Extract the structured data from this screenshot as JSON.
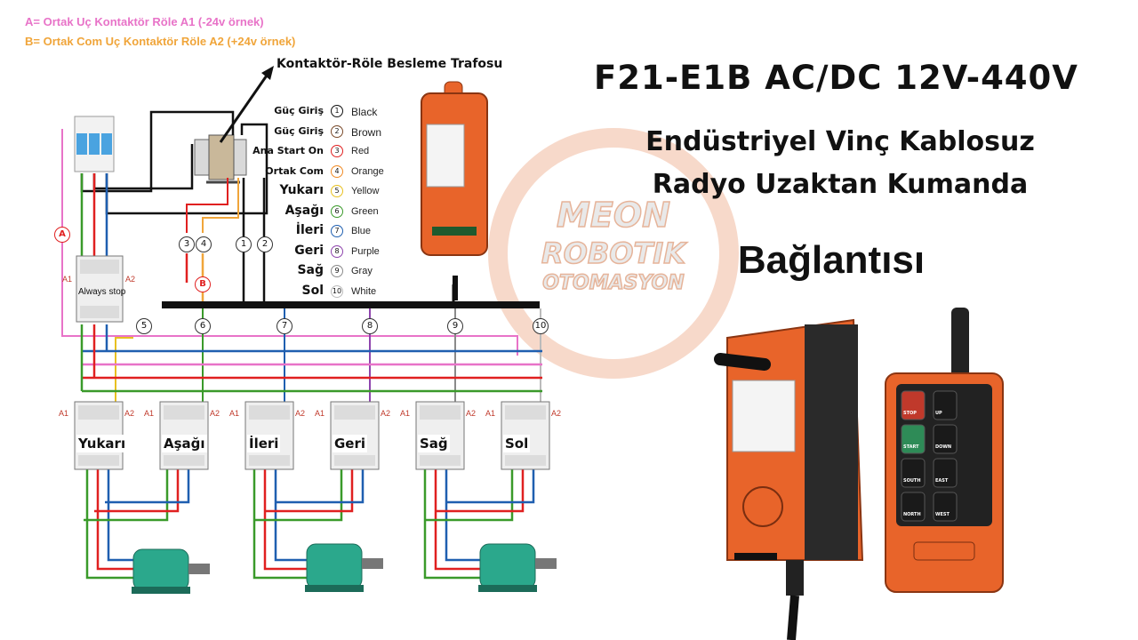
{
  "notes": {
    "a": "A= Ortak Uç Kontaktör Röle A1 (-24v örnek)",
    "b": "B= Ortak Com Uç Kontaktör Röle A2 (+24v örnek)"
  },
  "titles": {
    "main": "F21-E1B AC/DC 12V-440V",
    "sub1": "Endüstriyel Vinç Kablosuz",
    "sub2": "Radyo Uzaktan Kumanda",
    "connection": "Bağlantısı"
  },
  "transformer_label": "Kontaktör-Röle Besleme Trafosu",
  "watermark": {
    "line1": "MEON",
    "line2": "ROBOTIK",
    "line3": "OTOMASYON"
  },
  "wire_table": [
    {
      "label": "Güç Giriş",
      "num": "1",
      "color": "Black",
      "hex": "#111111"
    },
    {
      "label": "Güç Giriş",
      "num": "2",
      "color": "Brown",
      "hex": "#7a4a2a"
    },
    {
      "label": "Ana Start On",
      "num": "3",
      "color": "Red",
      "hex": "#e02020"
    },
    {
      "label": "Ortak  Com",
      "num": "4",
      "color": "Orange",
      "hex": "#f08a24"
    },
    {
      "label": "Yukarı",
      "num": "5",
      "color": "Yellow",
      "hex": "#e8c020"
    },
    {
      "label": "Aşağı",
      "num": "6",
      "color": "Green",
      "hex": "#3a9a2a"
    },
    {
      "label": "İleri",
      "num": "7",
      "color": "Blue",
      "hex": "#1f5fb0"
    },
    {
      "label": "Geri",
      "num": "8",
      "color": "Purple",
      "hex": "#8e44ad"
    },
    {
      "label": "Sağ",
      "num": "9",
      "color": "Gray",
      "hex": "#8a8a8a"
    },
    {
      "label": "Sol",
      "num": "10",
      "color": "White",
      "hex": "#bbbbbb"
    }
  ],
  "contactors": [
    "Yukarı",
    "Aşağı",
    "İleri",
    "Geri",
    "Sağ",
    "Sol"
  ],
  "bus_terminals": [
    "5",
    "6",
    "7",
    "8",
    "9",
    "10"
  ],
  "upper_terminals": [
    "3",
    "4",
    "1",
    "2"
  ],
  "markers": {
    "a": "A",
    "b": "B"
  },
  "always_stop": "Always stop",
  "coil_a1": "A1",
  "coil_a2": "A2",
  "remote_buttons": [
    {
      "label": "STOP"
    },
    {
      "label": "UP"
    },
    {
      "label": "START"
    },
    {
      "label": "DOWN"
    },
    {
      "label": "SOUTH"
    },
    {
      "label": "EAST"
    },
    {
      "label": "NORTH"
    },
    {
      "label": "WEST"
    }
  ],
  "colors": {
    "pink": "#e873c8",
    "orange": "#f0a53a",
    "red": "#e02020",
    "blue": "#1f5fb0",
    "green": "#3a9a2a",
    "yellow": "#e8c020",
    "purple": "#8e44ad",
    "gray": "#8a8a8a",
    "remote_orange": "#e8642a",
    "motor_teal": "#2ba88c"
  }
}
